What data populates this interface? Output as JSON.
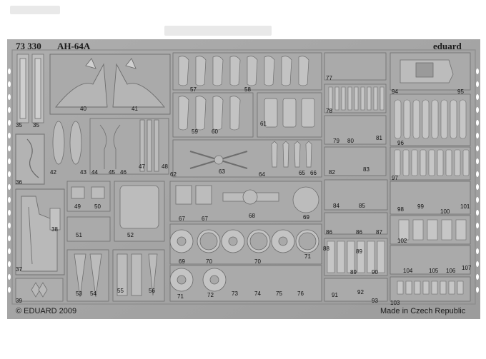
{
  "sheet": {
    "catalog_number": "73 330",
    "model": "AH-64A",
    "brand": "eduard",
    "copyright": "© EDUARD 2009",
    "origin": "Made in Czech Republic"
  },
  "colors": {
    "fret": "#a3a3a3",
    "fret_dark": "#8a8a8a",
    "part": "#b9b9b9",
    "part_light": "#cdcdcd",
    "outline": "#6f6f6f",
    "background": "#ffffff"
  },
  "part_numbers": [
    {
      "id": "p35a",
      "text": "35"
    },
    {
      "id": "p35b",
      "text": "35"
    },
    {
      "id": "p36",
      "text": "36"
    },
    {
      "id": "p37",
      "text": "37"
    },
    {
      "id": "p38",
      "text": "38"
    },
    {
      "id": "p39",
      "text": "39"
    },
    {
      "id": "p40",
      "text": "40"
    },
    {
      "id": "p41",
      "text": "41"
    },
    {
      "id": "p42",
      "text": "42"
    },
    {
      "id": "p43",
      "text": "43"
    },
    {
      "id": "p44",
      "text": "44"
    },
    {
      "id": "p45",
      "text": "45"
    },
    {
      "id": "p46",
      "text": "46"
    },
    {
      "id": "p47",
      "text": "47"
    },
    {
      "id": "p48",
      "text": "48"
    },
    {
      "id": "p49",
      "text": "49"
    },
    {
      "id": "p50",
      "text": "50"
    },
    {
      "id": "p51",
      "text": "51"
    },
    {
      "id": "p52",
      "text": "52"
    },
    {
      "id": "p53",
      "text": "53"
    },
    {
      "id": "p54",
      "text": "54"
    },
    {
      "id": "p55",
      "text": "55"
    },
    {
      "id": "p56",
      "text": "56"
    },
    {
      "id": "p57",
      "text": "57"
    },
    {
      "id": "p58",
      "text": "58"
    },
    {
      "id": "p59",
      "text": "59"
    },
    {
      "id": "p60",
      "text": "60"
    },
    {
      "id": "p61",
      "text": "61"
    },
    {
      "id": "p62",
      "text": "62"
    },
    {
      "id": "p63",
      "text": "63"
    },
    {
      "id": "p64",
      "text": "64"
    },
    {
      "id": "p65",
      "text": "65"
    },
    {
      "id": "p66",
      "text": "66"
    },
    {
      "id": "p67a",
      "text": "67"
    },
    {
      "id": "p67b",
      "text": "67"
    },
    {
      "id": "p68",
      "text": "68"
    },
    {
      "id": "p69a",
      "text": "69"
    },
    {
      "id": "p69b",
      "text": "69"
    },
    {
      "id": "p70a",
      "text": "70"
    },
    {
      "id": "p70b",
      "text": "70"
    },
    {
      "id": "p71a",
      "text": "71"
    },
    {
      "id": "p71b",
      "text": "71"
    },
    {
      "id": "p72",
      "text": "72"
    },
    {
      "id": "p73",
      "text": "73"
    },
    {
      "id": "p74",
      "text": "74"
    },
    {
      "id": "p75",
      "text": "75"
    },
    {
      "id": "p76",
      "text": "76"
    },
    {
      "id": "p77",
      "text": "77"
    },
    {
      "id": "p78",
      "text": "78"
    },
    {
      "id": "p79",
      "text": "79"
    },
    {
      "id": "p80",
      "text": "80"
    },
    {
      "id": "p81",
      "text": "81"
    },
    {
      "id": "p82",
      "text": "82"
    },
    {
      "id": "p83",
      "text": "83"
    },
    {
      "id": "p84",
      "text": "84"
    },
    {
      "id": "p85",
      "text": "85"
    },
    {
      "id": "p86a",
      "text": "86"
    },
    {
      "id": "p86b",
      "text": "86"
    },
    {
      "id": "p87",
      "text": "87"
    },
    {
      "id": "p88",
      "text": "88"
    },
    {
      "id": "p89a",
      "text": "89"
    },
    {
      "id": "p89b",
      "text": "89"
    },
    {
      "id": "p90",
      "text": "90"
    },
    {
      "id": "p91",
      "text": "91"
    },
    {
      "id": "p92",
      "text": "92"
    },
    {
      "id": "p93",
      "text": "93"
    },
    {
      "id": "p94",
      "text": "94"
    },
    {
      "id": "p95",
      "text": "95"
    },
    {
      "id": "p96",
      "text": "96"
    },
    {
      "id": "p97",
      "text": "97"
    },
    {
      "id": "p98",
      "text": "98"
    },
    {
      "id": "p99",
      "text": "99"
    },
    {
      "id": "p100",
      "text": "100"
    },
    {
      "id": "p101",
      "text": "101"
    },
    {
      "id": "p102",
      "text": "102"
    },
    {
      "id": "p103",
      "text": "103"
    },
    {
      "id": "p104",
      "text": "104"
    },
    {
      "id": "p105",
      "text": "105"
    },
    {
      "id": "p106",
      "text": "106"
    },
    {
      "id": "p107",
      "text": "107"
    }
  ]
}
